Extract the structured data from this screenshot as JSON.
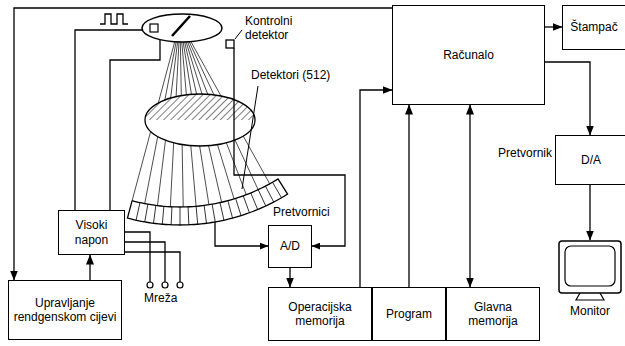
{
  "diagram": {
    "nodes": [
      {
        "text": [
          "Računalo"
        ]
      },
      {
        "text": [
          "Štampač"
        ]
      },
      {
        "text": [
          "D/A"
        ]
      },
      {
        "text": [
          "Monitor"
        ]
      },
      {
        "text": [
          "Visoki napon"
        ]
      },
      {
        "text": [
          "Upravljanje rendgenskom cijevi"
        ]
      },
      {
        "text": [
          "A/D"
        ]
      },
      {
        "text": [
          "Operacijska memorija"
        ]
      },
      {
        "text": [
          "Program"
        ]
      },
      {
        "text": [
          "Glavna memorija"
        ]
      }
    ],
    "edges": [
      {
        "from": 0,
        "to": 5,
        "arrow": "to"
      },
      {
        "from": 5,
        "to": 4,
        "arrow": "to"
      },
      {
        "from": 6,
        "to": 7,
        "arrow": "to"
      },
      {
        "from": 7,
        "to": 0,
        "arrow": "to"
      },
      {
        "from": 8,
        "to": 0,
        "arrow": "to"
      },
      {
        "from": 9,
        "to": 0,
        "arrow": "both"
      },
      {
        "from": 0,
        "to": 1,
        "arrow": "to"
      },
      {
        "from": 0,
        "to": 2,
        "arrow": "to"
      },
      {
        "from": 2,
        "to": 3,
        "arrow": "to"
      }
    ],
    "labels": [
      "Kontrolni detektor",
      "Detektori (512)",
      "Pretvornici",
      "Pretvornik",
      "Mreža"
    ]
  }
}
